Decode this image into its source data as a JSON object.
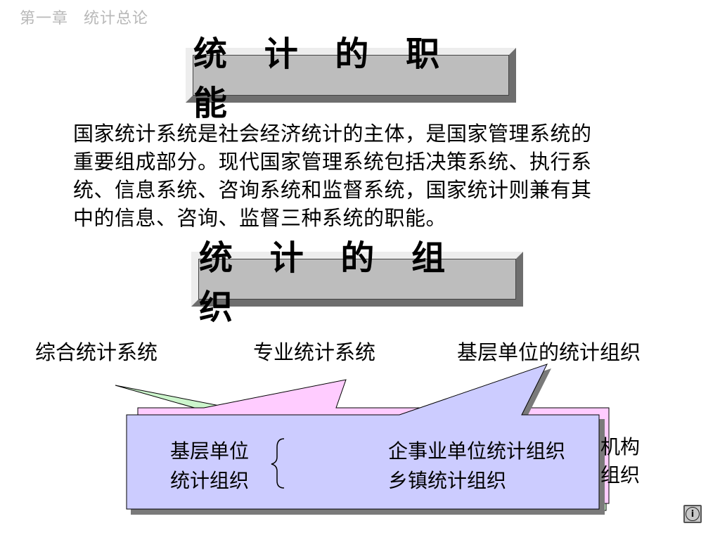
{
  "header": {
    "chapter": "第一章",
    "topic": "统计总论"
  },
  "section1": {
    "title": "统 计 的 职 能",
    "paragraph_lines": [
      "国家统计系统是社会经济统计的主体，是国家管理系统的",
      "重要组成部分。现代国家管理系统包括决策系统、执行系",
      "统、信息系统、咨询系统和监督系统，国家统计则兼有其",
      "中的信息、咨询、监督三种系统的职能。"
    ]
  },
  "section2": {
    "title": "统 计 的 组 织",
    "labels": {
      "comprehensive": "综合统计系统",
      "professional": "专业统计系统",
      "grassroots": "基层单位的统计组织"
    },
    "front_box": {
      "left_line1": "基层单位",
      "left_line2": "统计组织",
      "right_line1": "企事业单位统计组织",
      "right_line2": "乡镇统计组织"
    },
    "peek_text": {
      "line1": "机构",
      "line2": "组织"
    }
  },
  "controls": {
    "info_glyph": "i"
  },
  "colors": {
    "title_bg": "#bdbdbd",
    "green_callout": "#ccf5cc",
    "pink_callout": "#ffccff",
    "blue_callout": "#ccccff"
  }
}
